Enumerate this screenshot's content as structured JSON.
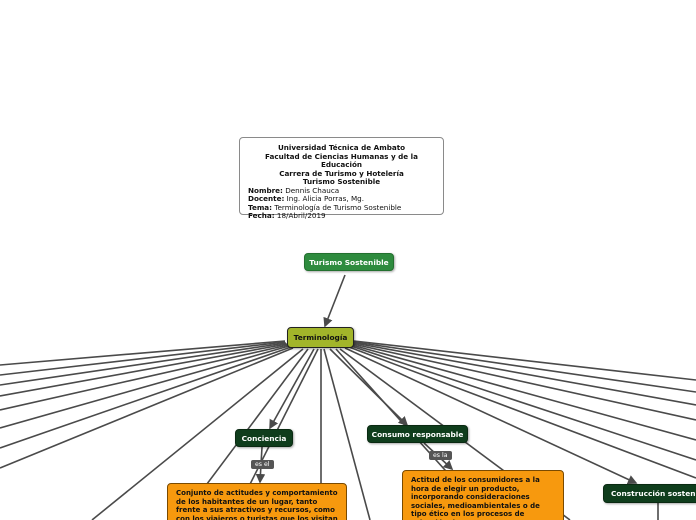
{
  "header": {
    "line1": "Universidad Técnica de Ambato",
    "line2": "Facultad de Ciencias Humanas y de la Educación",
    "line3": "Carrera de Turismo y Hotelería",
    "line4": "Turismo Sostenible",
    "fields": [
      {
        "label": "Nombre:",
        "value": "Dennis Chauca"
      },
      {
        "label": "Docente:",
        "value": "Ing. Alicia Porras, Mg."
      },
      {
        "label": "Tema:",
        "value": "Terminología de Turismo Sostenible"
      },
      {
        "label": "Fecha:",
        "value": "18/Abril/2019"
      }
    ]
  },
  "nodes": {
    "root": "Turismo Sostenible",
    "terminologia": "Terminología",
    "conciencia": "Conciencia",
    "consumo": "Consumo responsable",
    "construccion": "Construcción sostenible"
  },
  "links": {
    "es_el": "es el",
    "es_la": "es la"
  },
  "descriptions": {
    "conciencia": "Conjunto de actitudes y comportamiento de los habitantes de un lugar, tanto frente a sus atractivos y recursos, como con los viajeros o turistas que los visitan",
    "consumo": "Actitud de los consumidores a la hora de elegir un producto, incorporando consideraciones sociales, medioambientales o de tipo ético en los procesos de selección de"
  }
}
